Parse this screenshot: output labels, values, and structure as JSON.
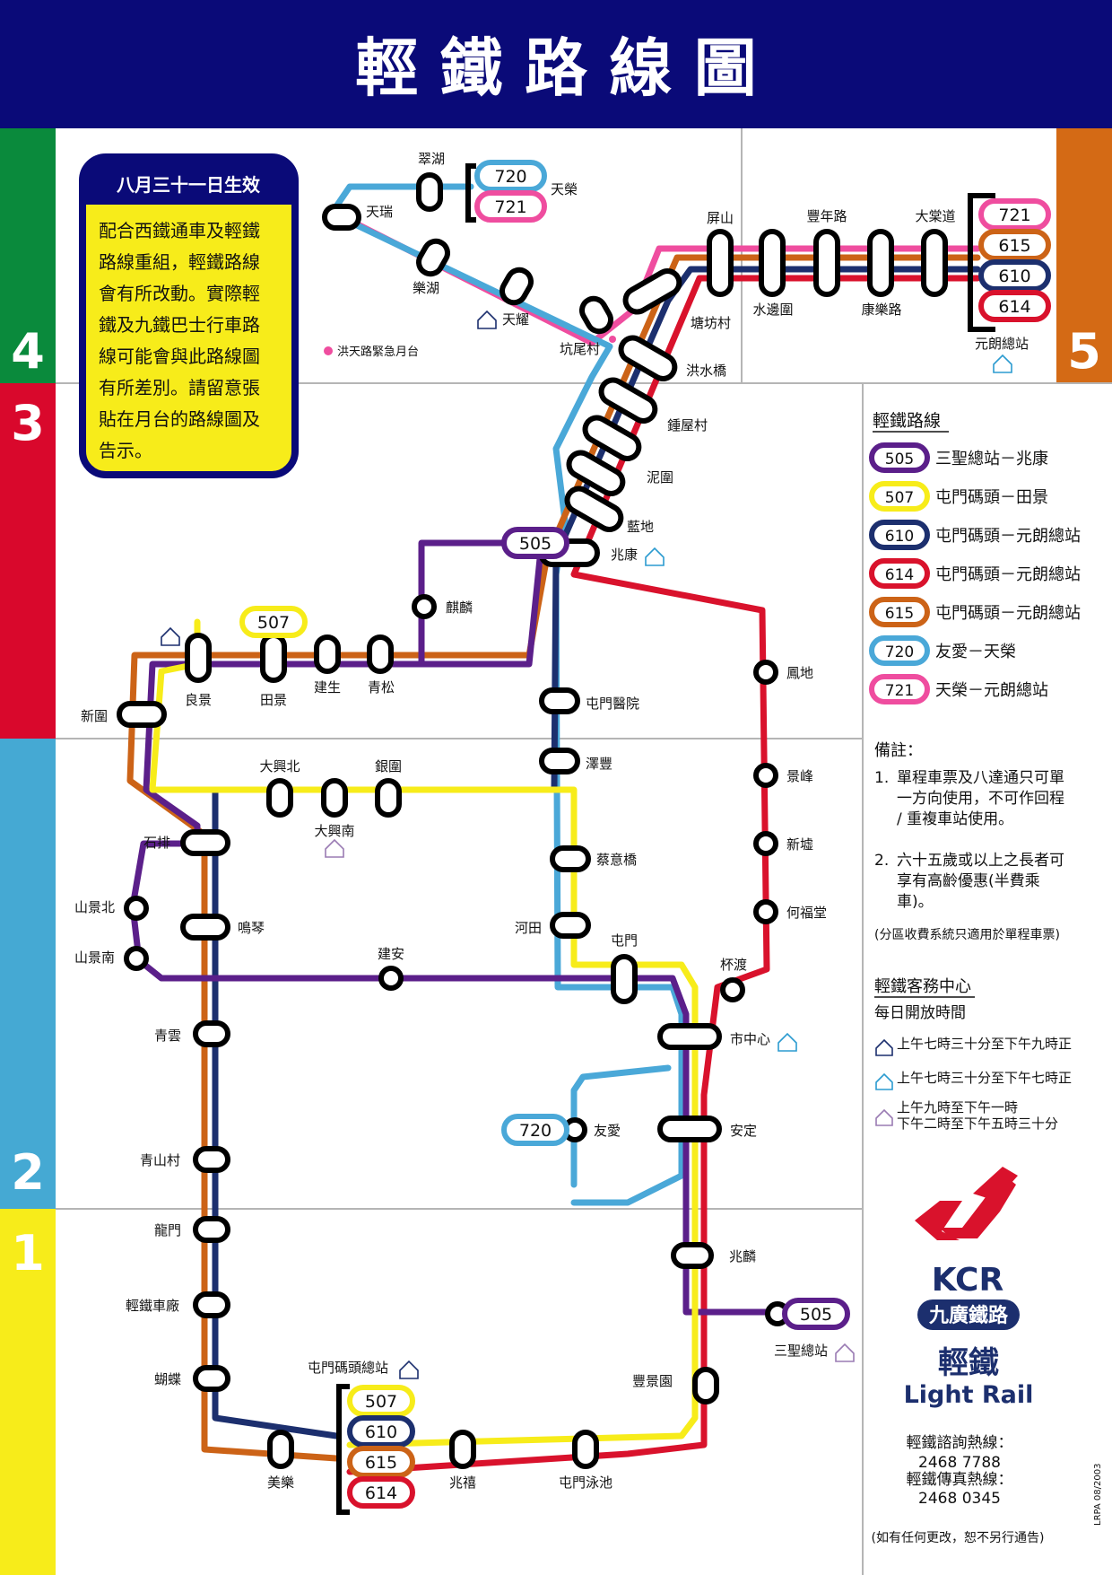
{
  "title": "輕 鐵 路 線 圖",
  "zones": [
    "4",
    "3",
    "2",
    "1",
    "5"
  ],
  "notice": {
    "heading": "八月三十一日生效",
    "lines": [
      "配合西鐵通車及輕鐵",
      "路線重組，輕鐵路線",
      "會有所改動。實際輕",
      "鐵及九鐵巴士行車路",
      "線可能會與此路線圖",
      "有所差別。請留意張",
      "貼在月台的路線圖及",
      "告示。"
    ]
  },
  "emergency_note": "洪天路緊急月台",
  "colors": {
    "header": "#0a0a78",
    "505": "#5b1f8a",
    "507": "#f7ec1a",
    "610": "#1c2f6e",
    "614": "#d9122c",
    "615": "#cc6317",
    "720": "#4aa8d8",
    "721": "#ef4d9f",
    "zone1": "#f7ec1a",
    "zone2": "#45a9d3",
    "zone3": "#d9082c",
    "zone4": "#0a8a3c",
    "zone5": "#d46a15"
  },
  "stations": [
    "翠湖",
    "天瑞",
    "樂湖",
    "天耀",
    "坑尾村",
    "天榮",
    "屏山",
    "豐年路",
    "大棠道",
    "水邊圍",
    "康樂路",
    "塘坊村",
    "元朗總站",
    "洪水橋",
    "鍾屋村",
    "泥圍",
    "藍地",
    "兆康",
    "麒麟",
    "鳳地",
    "良景",
    "田景",
    "建生",
    "青松",
    "新圍",
    "屯門醫院",
    "澤豐",
    "景峰",
    "大興北",
    "銀圍",
    "大興南",
    "石排",
    "蔡意橋",
    "新墟",
    "山景北",
    "鳴琴",
    "河田",
    "何福堂",
    "屯門",
    "杯渡",
    "山景南",
    "建安",
    "市中心",
    "青雲",
    "友愛",
    "安定",
    "青山村",
    "龍門",
    "兆麟",
    "三聖總站",
    "輕鐵車廠",
    "屯門碼頭總站",
    "蝴蝶",
    "豐景園",
    "美樂",
    "兆禧",
    "屯門泳池"
  ],
  "route_badges": [
    "720",
    "721",
    "721",
    "615",
    "610",
    "614",
    "505",
    "507",
    "720",
    "505",
    "507",
    "610",
    "615",
    "614"
  ],
  "legend": {
    "heading": "輕鐵路線",
    "routes": [
      {
        "num": "505",
        "desc": "三聖總站－兆康",
        "color": "#5b1f8a"
      },
      {
        "num": "507",
        "desc": "屯門碼頭－田景",
        "color": "#f7ec1a"
      },
      {
        "num": "610",
        "desc": "屯門碼頭－元朗總站",
        "color": "#1c2f6e"
      },
      {
        "num": "614",
        "desc": "屯門碼頭－元朗總站",
        "color": "#d9122c"
      },
      {
        "num": "615",
        "desc": "屯門碼頭－元朗總站",
        "color": "#cc6317"
      },
      {
        "num": "720",
        "desc": "友愛－天榮",
        "color": "#4aa8d8"
      },
      {
        "num": "721",
        "desc": "天榮－元朗總站",
        "color": "#ef4d9f"
      }
    ]
  },
  "remarks": {
    "heading": "備註：",
    "items": [
      {
        "n": "1.",
        "lines": [
          "單程車票及八達通只可單",
          "一方向使用，不可作回程",
          "/ 重複車站使用。"
        ]
      },
      {
        "n": "2.",
        "lines": [
          "六十五歲或以上之長者可",
          "享有高齡優惠(半費乘",
          "車)。"
        ]
      }
    ],
    "footnote": "(分區收費系統只適用於單程車票)"
  },
  "service_centre": {
    "heading": "輕鐵客務中心",
    "sub": "每日開放時間",
    "hours": [
      {
        "lines": [
          "上午七時三十分至下午九時正"
        ],
        "color": "#1c2f6e"
      },
      {
        "lines": [
          "上午七時三十分至下午七時正"
        ],
        "color": "#2b9bd0"
      },
      {
        "lines": [
          "上午九時至下午一時",
          "下午二時至下午五時三十分"
        ],
        "color": "#9a7bb3"
      }
    ]
  },
  "brand": {
    "kcr": "KCR",
    "name_zh": "九廣鐵路",
    "lr_zh": "輕鐵",
    "lr_en": "Light Rail"
  },
  "hotlines": {
    "enquiry_label": "輕鐵諮詢熱線：",
    "enquiry": "2468 7788",
    "fax_label": "輕鐵傳真熱線：",
    "fax": "2468 0345",
    "note": "(如有任何更改，恕不另行通告)"
  },
  "code": "LRPA 08/2003"
}
